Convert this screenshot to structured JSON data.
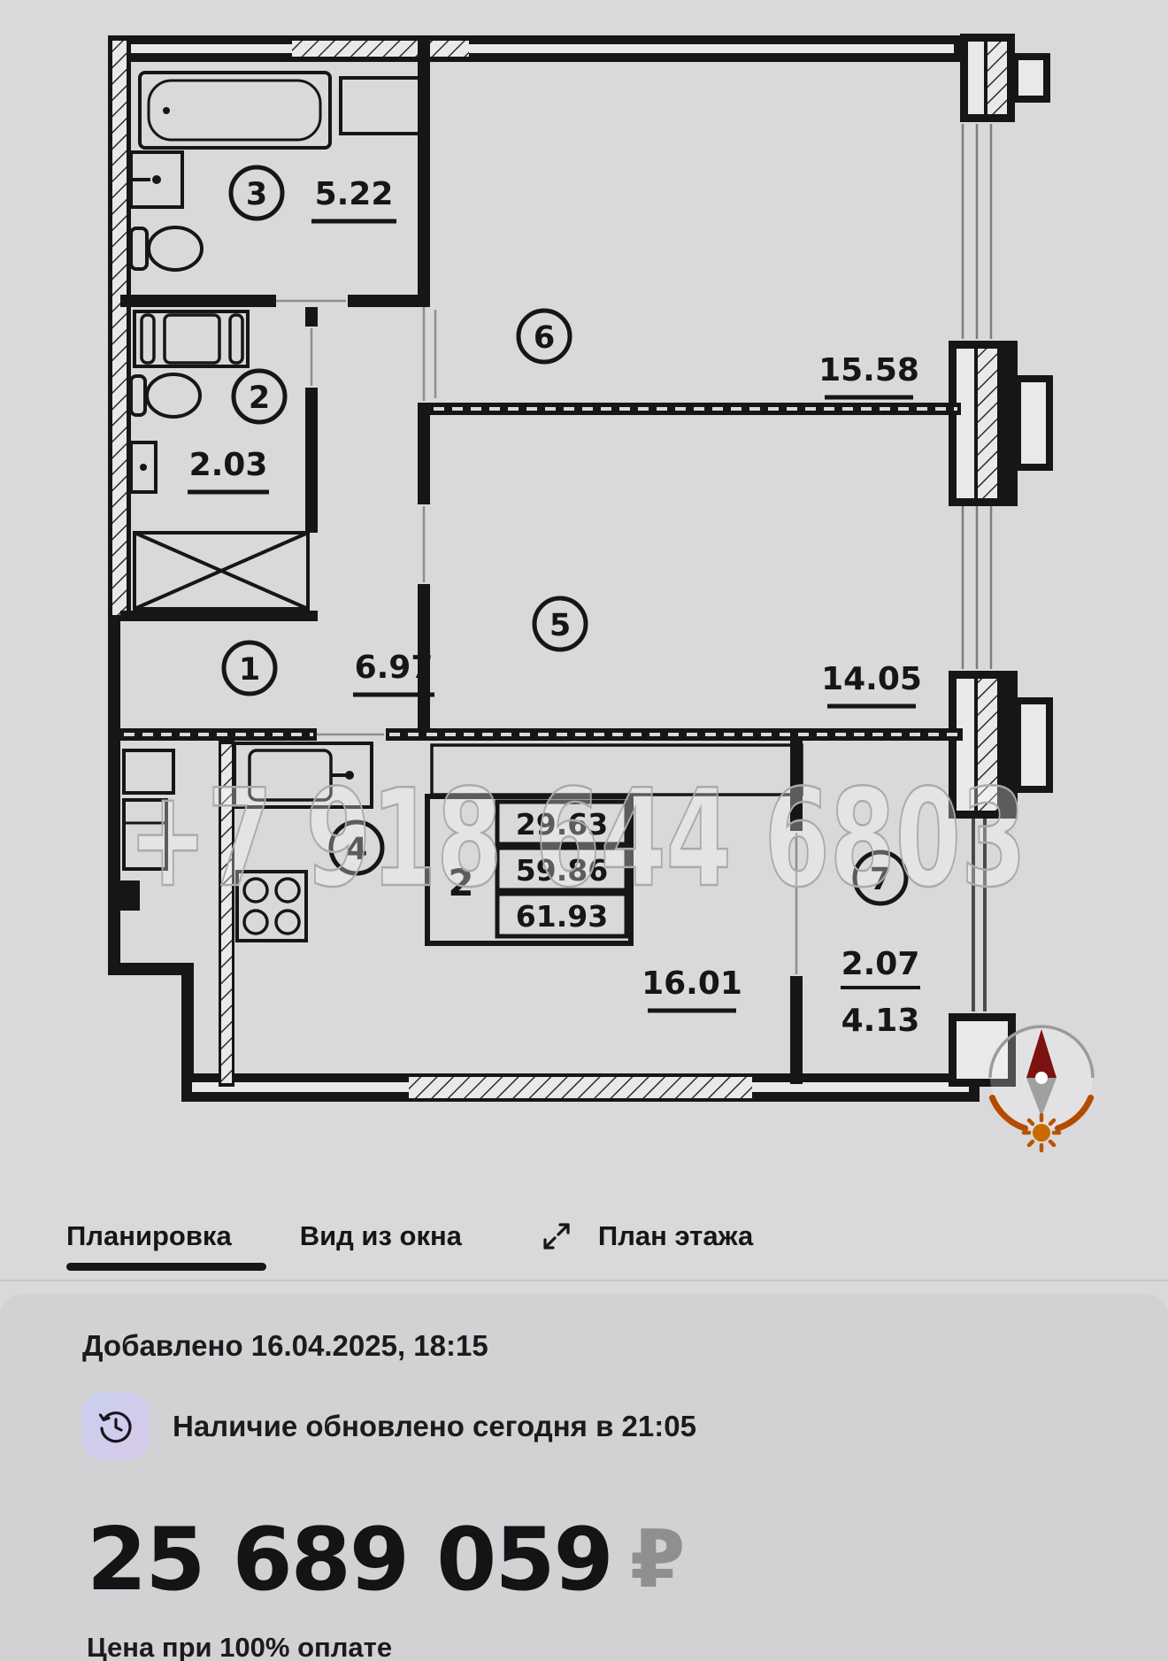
{
  "page": {
    "background": "#d9d9db",
    "card_background": "#d2d2d5",
    "text_color": "#1b1b1d",
    "accent_black": "#161616"
  },
  "floor_plan": {
    "watermark": "+7 918 644 6803",
    "rooms": [
      {
        "number": "3",
        "area": "5.22"
      },
      {
        "number": "2",
        "area": "2.03"
      },
      {
        "number": "1",
        "area": "6.97"
      },
      {
        "number": "6",
        "area": "15.58"
      },
      {
        "number": "5",
        "area": "14.05"
      },
      {
        "number": "4",
        "area": "16.01"
      },
      {
        "number": "7",
        "area": "2.07",
        "area_secondary": "4.13"
      }
    ],
    "summary_table": {
      "unit_label": "2",
      "values": [
        "29.63",
        "59.86",
        "61.93"
      ]
    },
    "compass": {
      "ring": "#9b9b9b",
      "needle_north": "#7c1212",
      "needle_south": "#a0a0a0",
      "arcs": "#b44b00",
      "sun": "#c96a00"
    }
  },
  "tabs": {
    "items": [
      {
        "label": "Планировка",
        "active": true
      },
      {
        "label": "Вид из окна",
        "active": false
      },
      {
        "label": "План этажа",
        "active": false
      }
    ]
  },
  "listing": {
    "added_line": "Добавлено 16.04.2025, 18:15",
    "availability_line": "Наличие обновлено сегодня в 21:05",
    "price": "25 689 059",
    "currency_symbol": "₽",
    "price_note": "Цена при 100% оплате"
  }
}
